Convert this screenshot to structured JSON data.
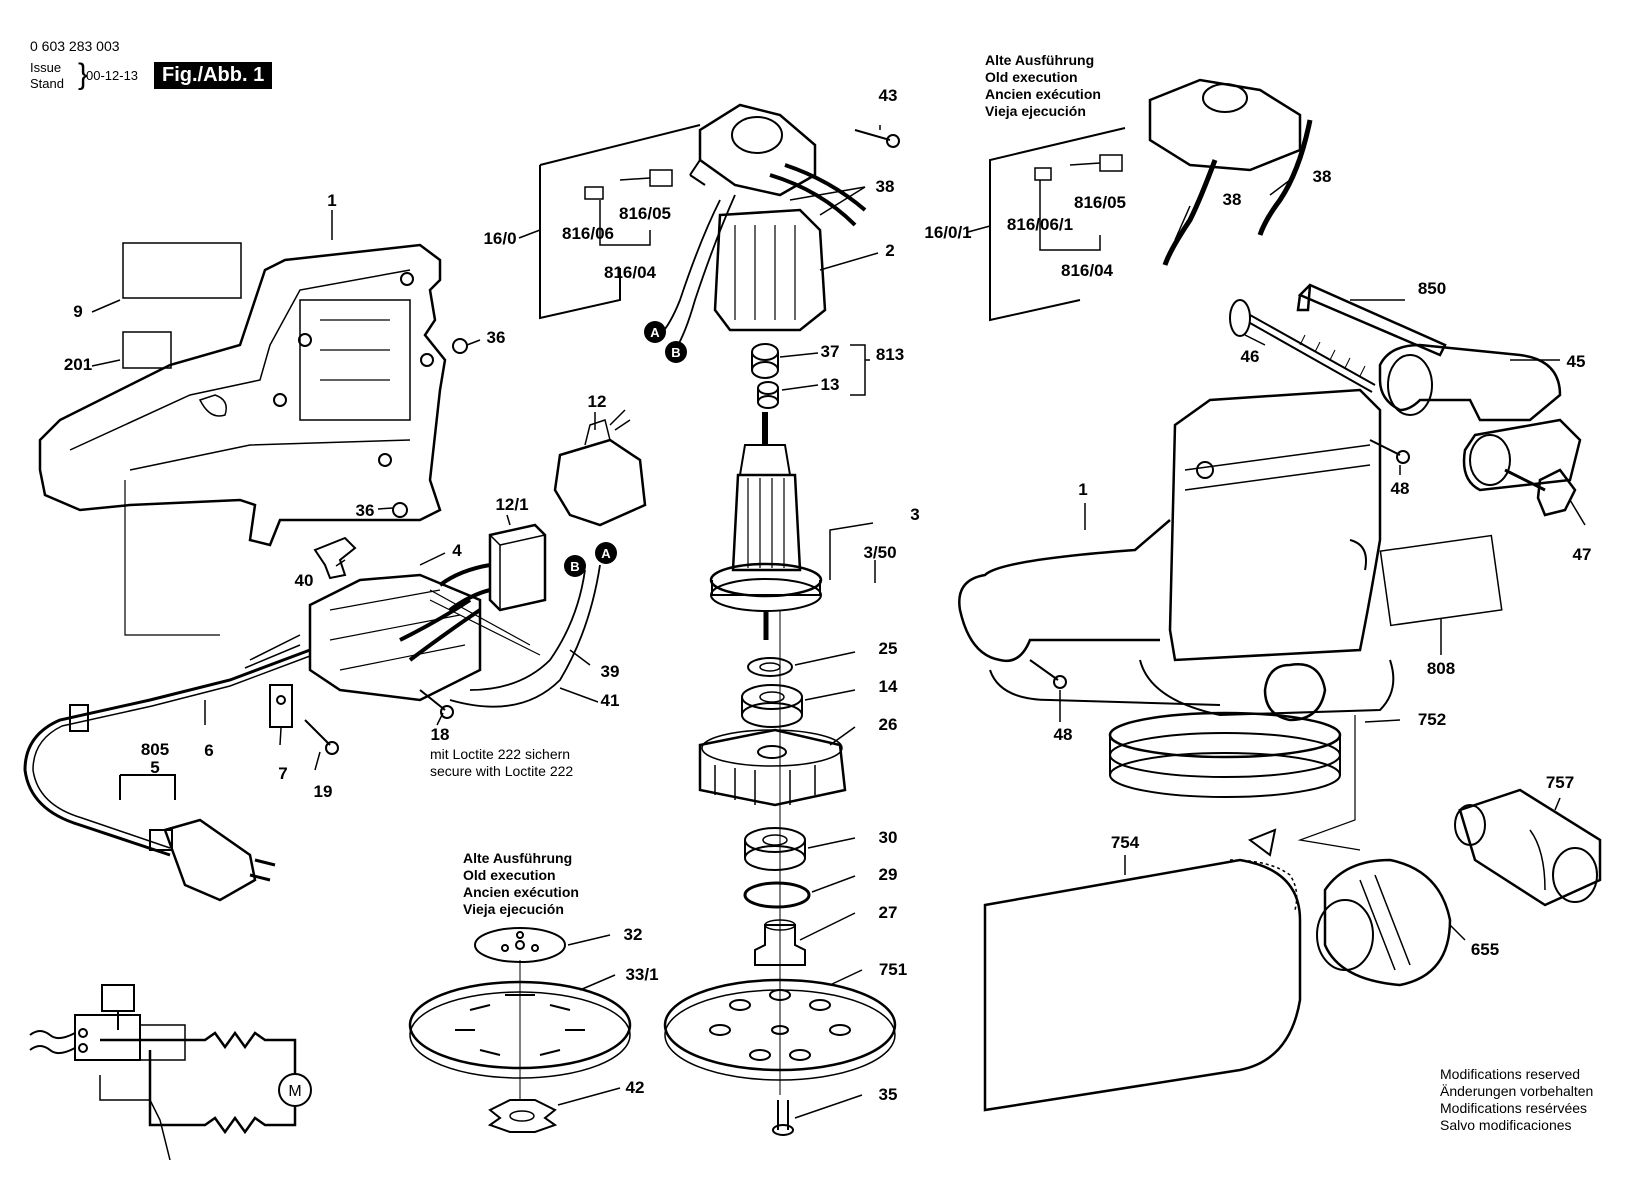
{
  "header": {
    "doc_number": "0 603 283 003",
    "issue_label": "Issue",
    "stand_label": "Stand",
    "issue_date": "00-12-13",
    "figure_label": "Fig./Abb. 1"
  },
  "old_execution_note": [
    "Alte Ausführung",
    "Old execution",
    "Ancien exécution",
    "Vieja ejecución"
  ],
  "loctite_note": [
    "mit Loctite 222 sichern",
    "secure with Loctite 222"
  ],
  "modifications_note": [
    "Modifications reserved",
    "Änderungen vorbehalten",
    "Modifications resérvées",
    "Salvo modificaciones"
  ],
  "callouts": {
    "p1a": "1",
    "p9": "9",
    "p201": "201",
    "p36a": "36",
    "p36b": "36",
    "p16_0": "16/0",
    "p816_06": "816/06",
    "p816_05": "816/05",
    "p816_04": "816/04",
    "p43": "43",
    "p38a": "38",
    "p2": "2",
    "p37": "37",
    "p813": "813",
    "p13": "13",
    "p12": "12",
    "p12_1": "12/1",
    "p4": "4",
    "p40": "40",
    "p39": "39",
    "p41": "41",
    "p18": "18",
    "p6": "6",
    "p7": "7",
    "p19": "19",
    "p805": "805",
    "p5": "5",
    "p3": "3",
    "p3_50": "3/50",
    "p25": "25",
    "p14": "14",
    "p26": "26",
    "p30": "30",
    "p29": "29",
    "p27": "27",
    "p751": "751",
    "p35": "35",
    "p32": "32",
    "p33_1": "33/1",
    "p42": "42",
    "p16_0_1": "16/0/1",
    "p816_06_1": "816/06/1",
    "p816_05b": "816/05",
    "p816_04b": "816/04",
    "p38b": "38",
    "p38c": "38",
    "p850": "850",
    "p46": "46",
    "p45": "45",
    "p48a": "48",
    "p47": "47",
    "p1b": "1",
    "p808": "808",
    "p48b": "48",
    "p752": "752",
    "p757": "757",
    "p754": "754",
    "p655": "655",
    "marker_a": "A",
    "marker_b": "B",
    "motor": "M"
  }
}
